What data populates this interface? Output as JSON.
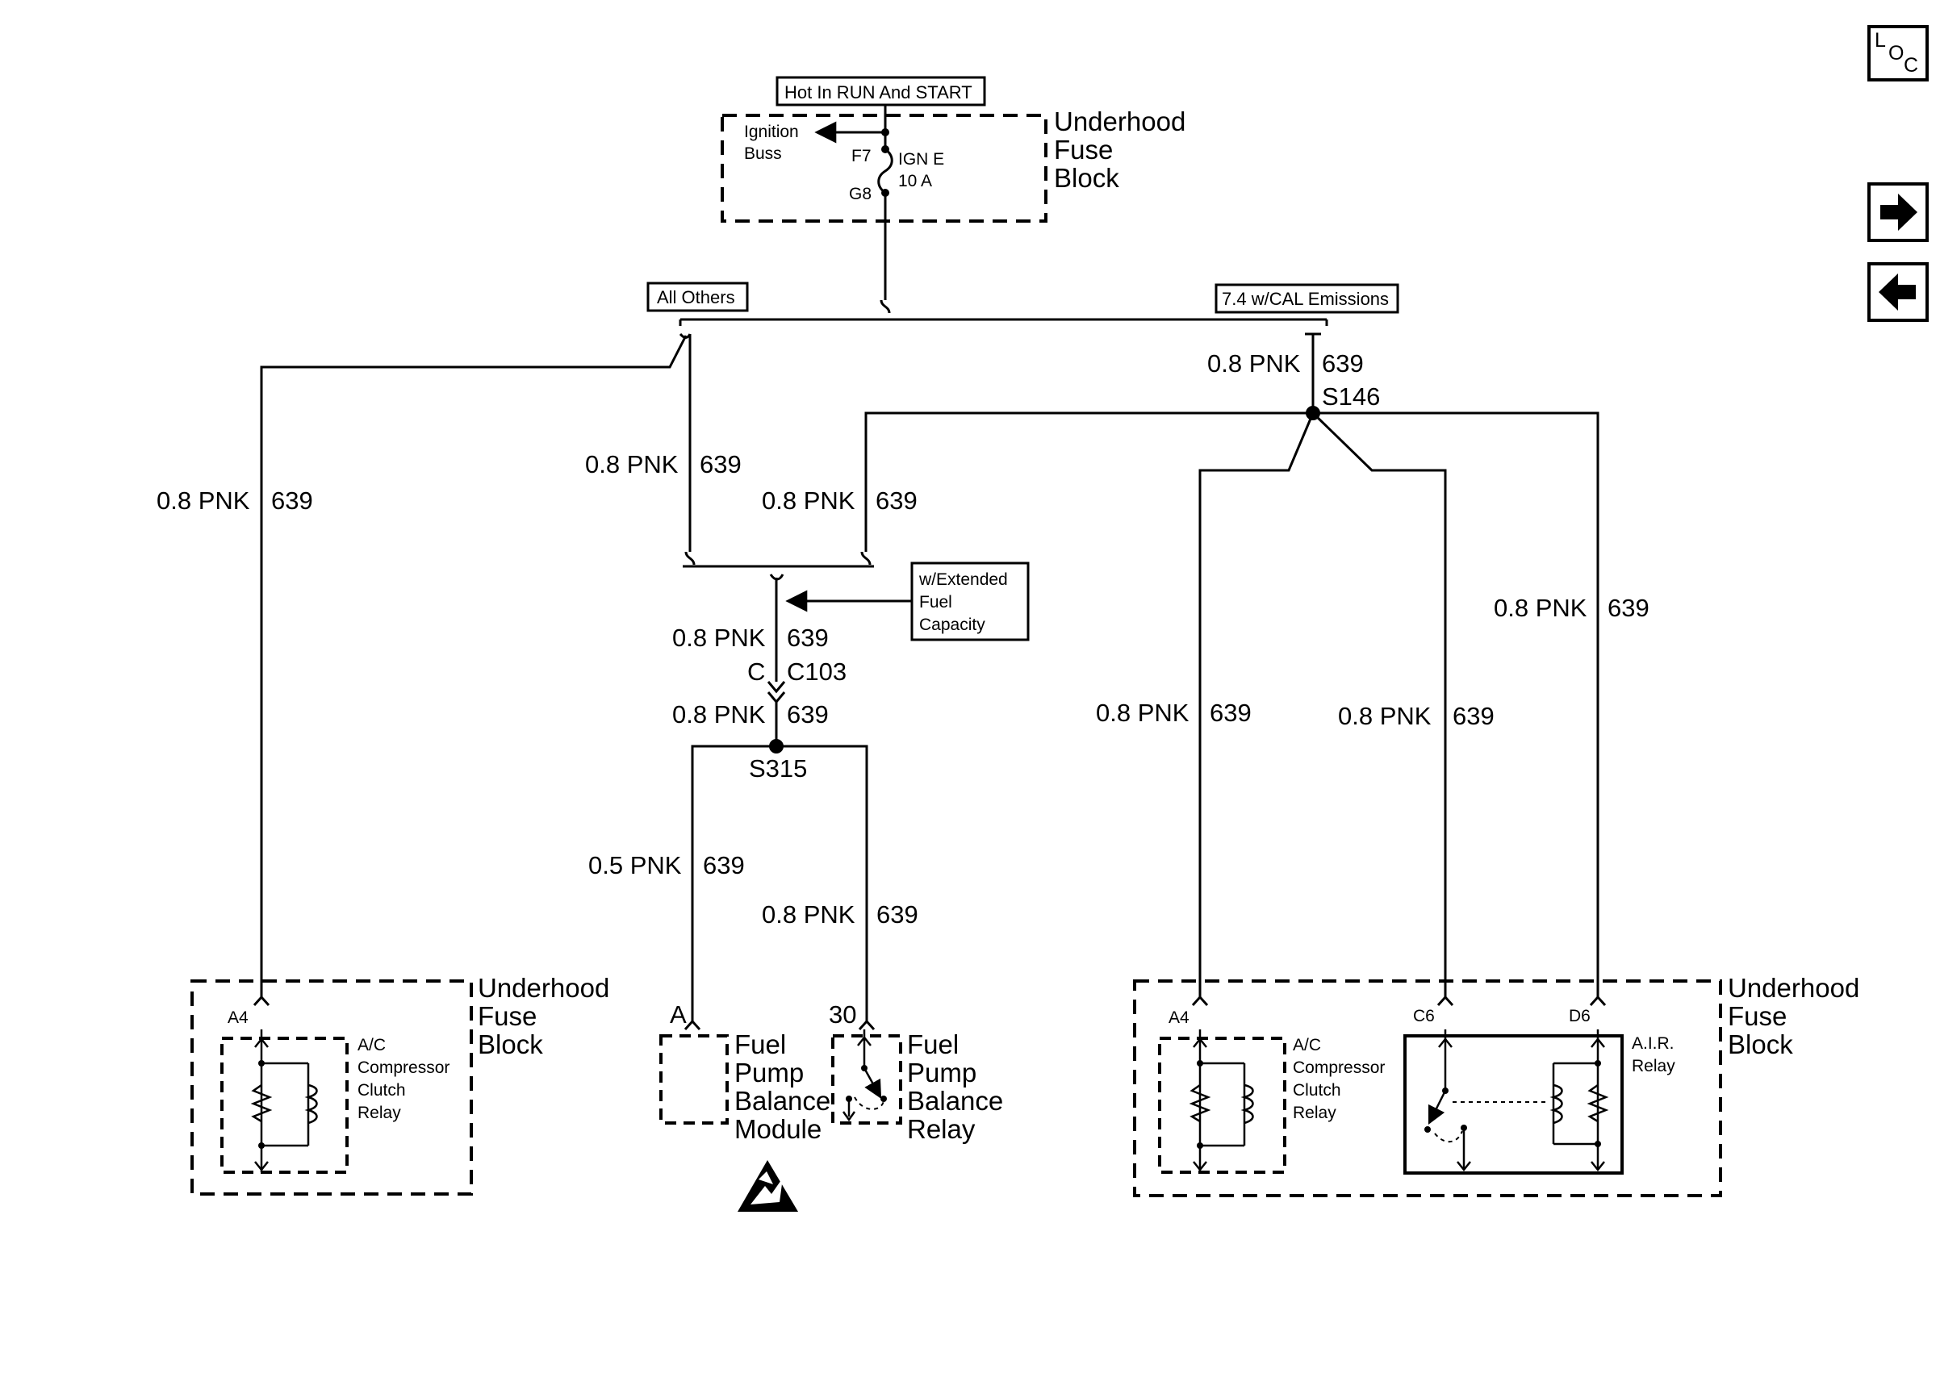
{
  "nav": {
    "loc_l": "L",
    "loc_o": "O",
    "loc_c": "C",
    "forward_icon": "arrow-right-icon",
    "back_icon": "arrow-left-icon"
  },
  "power": {
    "hot_label": "Hot In RUN And START",
    "ignition_buss_1": "Ignition",
    "ignition_buss_2": "Buss",
    "fuse_in": "F7",
    "fuse_out": "G8",
    "fuse_name": "IGN E",
    "fuse_rating": "10 A",
    "block_1": "Underhood",
    "block_2": "Fuse",
    "block_3": "Block"
  },
  "options": {
    "all_others": "All Others",
    "cal_emissions": "7.4 w/CAL Emissions",
    "extended_1": "w/Extended",
    "extended_2": "Fuel",
    "extended_3": "Capacity"
  },
  "wires": {
    "left_drop": {
      "size": "0.8 PNK",
      "circuit": "639"
    },
    "center_drop": {
      "size": "0.8 PNK",
      "circuit": "639"
    },
    "s146_left": {
      "size": "0.8 PNK",
      "circuit": "639"
    },
    "right_feed": {
      "size": "0.8 PNK",
      "circuit": "639"
    },
    "c103_upper": {
      "size": "0.8 PNK",
      "circuit": "639"
    },
    "c103_lower": {
      "size": "0.8 PNK",
      "circuit": "639"
    },
    "fp_module": {
      "size": "0.5 PNK",
      "circuit": "639"
    },
    "fp_relay": {
      "size": "0.8 PNK",
      "circuit": "639"
    },
    "r_ac": {
      "size": "0.8 PNK",
      "circuit": "639"
    },
    "r_c6": {
      "size": "0.8 PNK",
      "circuit": "639"
    },
    "r_d6": {
      "size": "0.8 PNK",
      "circuit": "639"
    }
  },
  "connectors": {
    "splice_s146": "S146",
    "splice_s315": "S315",
    "c103_pin": "C",
    "c103_name": "C103"
  },
  "left_block": {
    "pin": "A4",
    "relay_1": "A/C",
    "relay_2": "Compressor",
    "relay_3": "Clutch",
    "relay_4": "Relay",
    "block_1": "Underhood",
    "block_2": "Fuse",
    "block_3": "Block"
  },
  "fuel_pump": {
    "module_pin": "A",
    "module_1": "Fuel",
    "module_2": "Pump",
    "module_3": "Balance",
    "module_4": "Module",
    "relay_pin": "30",
    "relay_1": "Fuel",
    "relay_2": "Pump",
    "relay_3": "Balance",
    "relay_4": "Relay",
    "esd_icon": "esd-sensitive-icon"
  },
  "right_block": {
    "pin_a4": "A4",
    "pin_c6": "C6",
    "pin_d6": "D6",
    "ac_1": "A/C",
    "ac_2": "Compressor",
    "ac_3": "Clutch",
    "ac_4": "Relay",
    "air_1": "A.I.R.",
    "air_2": "Relay",
    "block_1": "Underhood",
    "block_2": "Fuse",
    "block_3": "Block"
  }
}
